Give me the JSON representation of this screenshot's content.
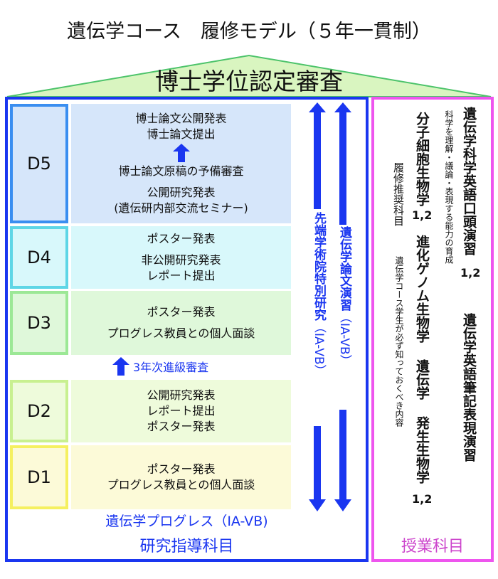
{
  "title": "遺伝学コース　履修モデル（５年一貫制）",
  "roof_label": "博士学位認定審査",
  "colors": {
    "blue": "#1a36f0",
    "magenta": "#ee55ee",
    "roof_fill": "#d9f5c0",
    "roof_stroke": "#4cc36a"
  },
  "years": [
    {
      "label": "D5",
      "border": "#3a8ef0",
      "fill": "#d6e6fa",
      "lines_top": [
        "博士論文公開発表",
        "博士論文提出"
      ],
      "arrow": "up-arrow",
      "lines_mid": [
        "博士論文原稿の予備審査"
      ],
      "lines_bottom": [
        "公開研究発表",
        "(遺伝研内部交流セミナー)"
      ]
    },
    {
      "label": "D4",
      "border": "#5ed6e6",
      "fill": "#d8f8fb",
      "lines_top": [
        "ポスター発表"
      ],
      "lines_bottom": [
        "非公開研究発表",
        "レポート提出"
      ]
    },
    {
      "label": "D3",
      "border": "#9ce896",
      "fill": "#dff8da",
      "lines_top": [
        "ポスター発表"
      ],
      "lines_bottom": [
        "プログレス教員との個人面談"
      ]
    },
    {
      "label": "D2",
      "border": "#c8f090",
      "fill": "#eefbdb",
      "lines_top": [
        "公開研究発表",
        "レポート提出",
        "ポスター発表"
      ]
    },
    {
      "label": "D1",
      "border": "#f5f060",
      "fill": "#fcfad8",
      "lines_top": [
        "ポスター発表",
        "プログレス教員との個人面談"
      ]
    }
  ],
  "promotion_review": "3年次進級審査",
  "vertical_courses": [
    {
      "name": "先端学術院特別研究",
      "range": "（IA-VB）"
    },
    {
      "name": "遺伝学論文演習",
      "range": "（IA-VB）"
    }
  ],
  "bottom": {
    "progress_course": "遺伝学プログレス（IA-VB)",
    "category_left": "研究指導科目",
    "category_right": "授業科目"
  },
  "right_panel": {
    "col1": {
      "title": "遺伝学科学英語口頭演習",
      "num": "1,2"
    },
    "col1_note": "科学を理解・議論・表現する能力の育成",
    "col1b": {
      "title": "遺伝学英語筆記表現演習"
    },
    "col2": [
      {
        "title": "分子細胞生物学",
        "num": "1,2"
      },
      {
        "title": "進化ゲノム生物学"
      },
      {
        "title": "遺伝学"
      },
      {
        "title": "発生生物学",
        "num": "1,2"
      }
    ],
    "col3_label": "履修推奨科目",
    "col3_note": "遺伝学コース学生が必ず知っておくべき内容"
  }
}
